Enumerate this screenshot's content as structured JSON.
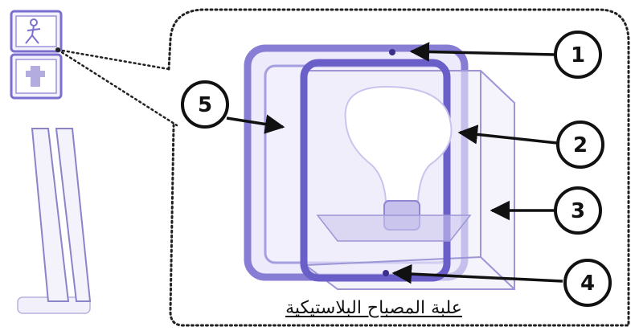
{
  "diagram": {
    "caption": "علبة المصباح البلاستيكية",
    "callouts": [
      {
        "id": "1",
        "label": "1"
      },
      {
        "id": "2",
        "label": "2"
      },
      {
        "id": "3",
        "label": "3"
      },
      {
        "id": "4",
        "label": "4"
      },
      {
        "id": "5",
        "label": "5"
      }
    ],
    "colors": {
      "box_outline": "#7b6fd0",
      "box_fill": "#ece9fb",
      "pole": "#8a84c8",
      "callout_ring": "#111111",
      "arrow": "#111111",
      "dotted_border": "#222222"
    }
  }
}
